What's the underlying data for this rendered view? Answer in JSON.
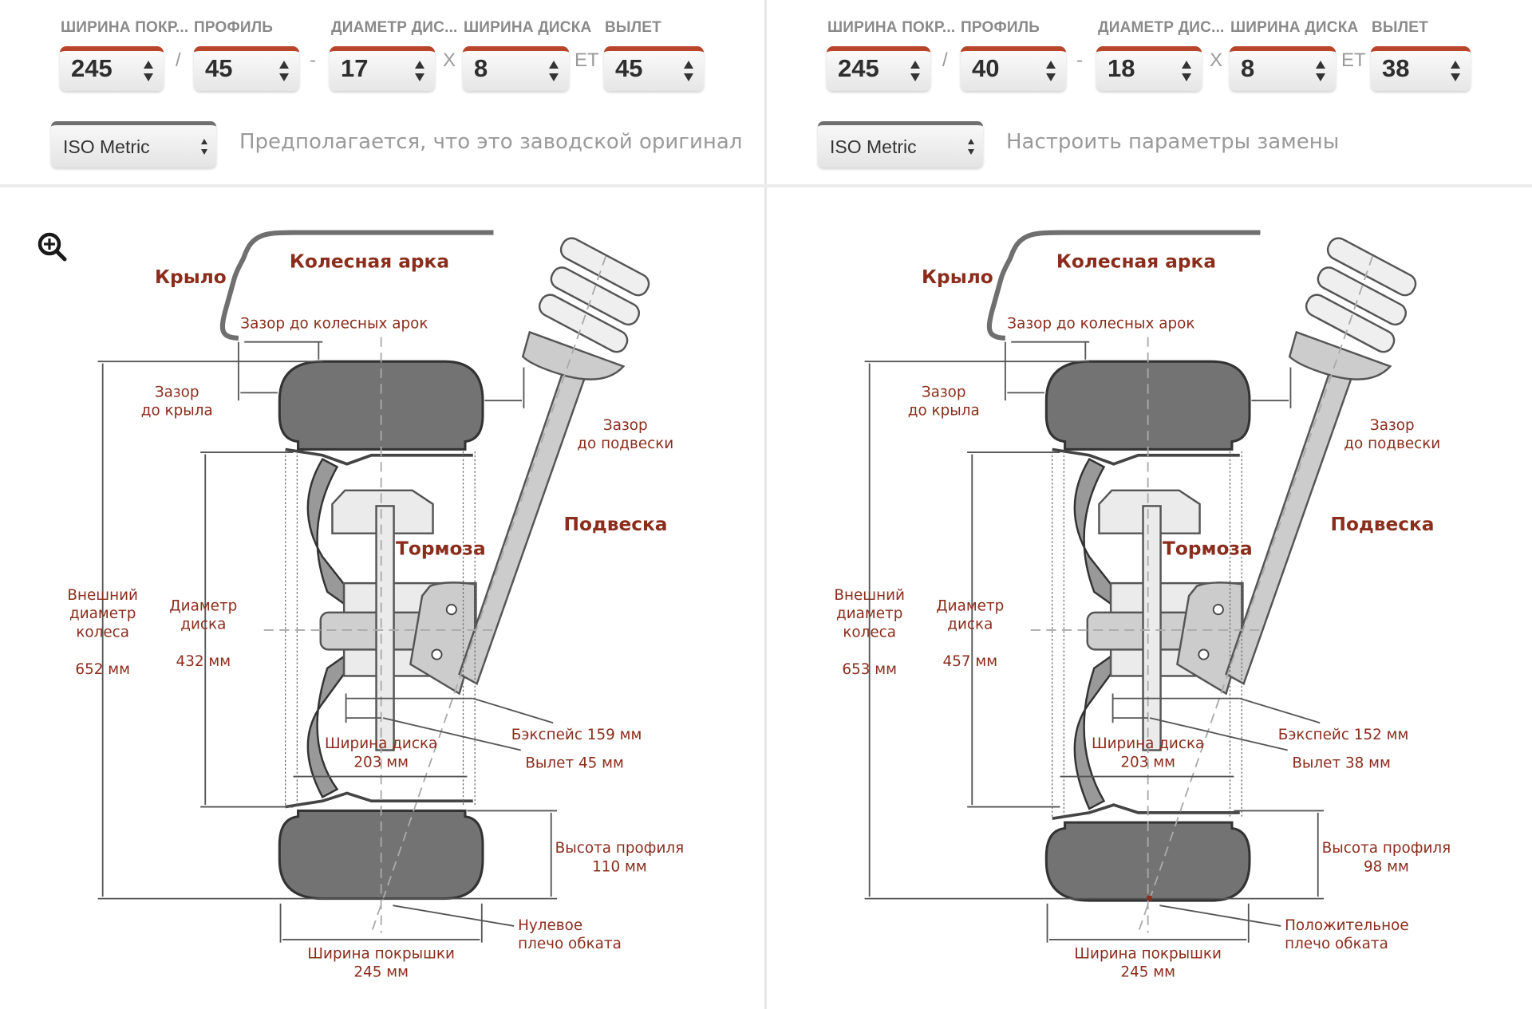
{
  "colors": {
    "accent": "#b8452a",
    "label_text": "#8b2d1c",
    "tire": "#737373",
    "rim": "#999999",
    "parts_light": "#ebebeb",
    "parts_mid": "#cccccc"
  },
  "zoom_icon": "zoom-in-icon",
  "panels": [
    {
      "id": "original",
      "fields": [
        {
          "label": "ШИРИНА ПОКР...",
          "value": "245"
        },
        {
          "label": "ПРОФИЛЬ",
          "value": "45"
        },
        {
          "label": "ДИАМЕТР ДИС...",
          "value": "17"
        },
        {
          "label": "ШИРИНА ДИСКА",
          "value": "8"
        },
        {
          "label": "ВЫЛЕТ",
          "value": "45"
        }
      ],
      "separators": [
        "/",
        "-",
        "X",
        "ET"
      ],
      "unit_system": "ISO Metric",
      "note": "Предполагается, что это заводской оригинал",
      "diagram": {
        "fender": "Крыло",
        "wheel_arch": "Колесная арка",
        "arch_clearance": "Зазор до колесных арок",
        "fender_clearance_1": "Зазор",
        "fender_clearance_2": "до крыла",
        "suspension_clearance_1": "Зазор",
        "suspension_clearance_2": "до подвески",
        "suspension": "Подвеска",
        "brakes": "Тормоза",
        "outer_diameter_1": "Внешний",
        "outer_diameter_2": "диаметр",
        "outer_diameter_3": "колеса",
        "outer_diameter_value": "652 мм",
        "rim_diameter_1": "Диаметр",
        "rim_diameter_2": "диска",
        "rim_diameter_value": "432 мм",
        "backspace": "Бэкспейс 159 мм",
        "offset": "Вылет 45 мм",
        "rim_width": "Ширина диска",
        "rim_width_value": "203 мм",
        "sidewall": "Высота профиля",
        "sidewall_value": "110 мм",
        "scrub_1": "Нулевое",
        "scrub_2": "плечо обката",
        "tire_width": "Ширина покрышки",
        "tire_width_value": "245 мм"
      }
    },
    {
      "id": "replacement",
      "fields": [
        {
          "label": "ШИРИНА ПОКР...",
          "value": "245"
        },
        {
          "label": "ПРОФИЛЬ",
          "value": "40"
        },
        {
          "label": "ДИАМЕТР ДИС...",
          "value": "18"
        },
        {
          "label": "ШИРИНА ДИСКА",
          "value": "8"
        },
        {
          "label": "ВЫЛЕТ",
          "value": "38"
        }
      ],
      "separators": [
        "/",
        "-",
        "X",
        "ET"
      ],
      "unit_system": "ISO Metric",
      "note": "Настроить параметры замены",
      "diagram": {
        "fender": "Крыло",
        "wheel_arch": "Колесная арка",
        "arch_clearance": "Зазор до колесных арок",
        "fender_clearance_1": "Зазор",
        "fender_clearance_2": "до крыла",
        "suspension_clearance_1": "Зазор",
        "suspension_clearance_2": "до подвески",
        "suspension": "Подвеска",
        "brakes": "Тормоза",
        "outer_diameter_1": "Внешний",
        "outer_diameter_2": "диаметр",
        "outer_diameter_3": "колеса",
        "outer_diameter_value": "653 мм",
        "rim_diameter_1": "Диаметр",
        "rim_diameter_2": "диска",
        "rim_diameter_value": "457 мм",
        "backspace": "Бэкспейс 152 мм",
        "offset": "Вылет 38 мм",
        "rim_width": "Ширина диска",
        "rim_width_value": "203 мм",
        "sidewall": "Высота профиля",
        "sidewall_value": "98 мм",
        "scrub_1": "Положительное",
        "scrub_2": "плечо обката",
        "tire_width": "Ширина покрышки",
        "tire_width_value": "245 мм"
      }
    }
  ]
}
